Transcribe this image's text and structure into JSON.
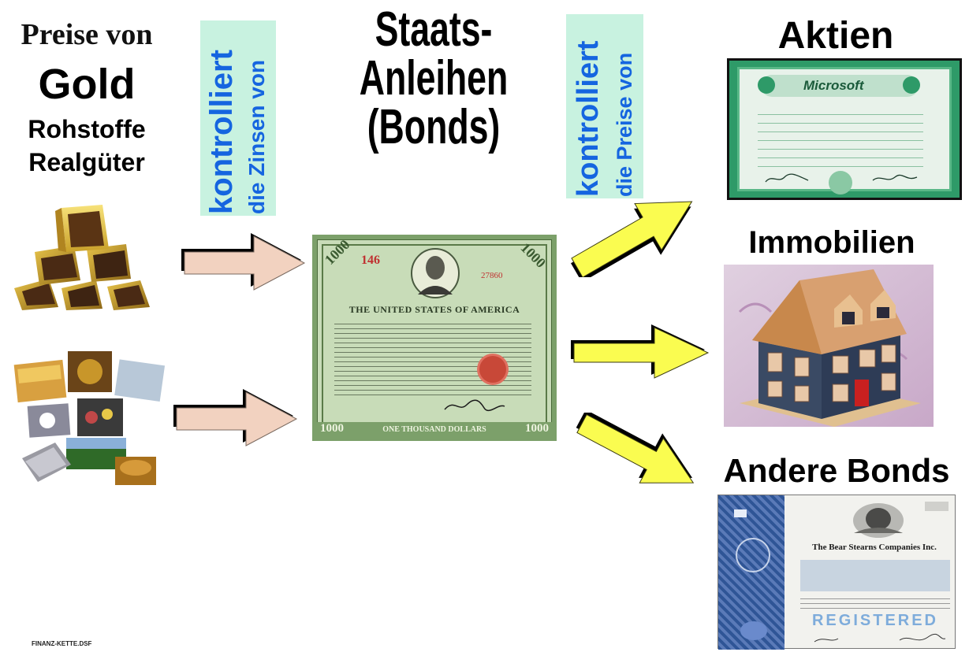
{
  "left": {
    "line1": "Preise von",
    "line2": "Gold",
    "line3": "Rohstoffe",
    "line4": "Realgüter"
  },
  "label_left": {
    "line1": "kontrolliert",
    "line2": "die Zinsen von"
  },
  "center": {
    "line1": "Staats-",
    "line2": "Anleihen",
    "line3": "(Bonds)"
  },
  "label_right": {
    "line1": "kontrolliert",
    "line2": "die Preise von"
  },
  "bond": {
    "number": "1000",
    "header": "THE UNITED STATES OF AMERICA",
    "amount_line": "ONE THOUSAND DOLLARS",
    "serial": "146",
    "code": "27860"
  },
  "right": {
    "aktien": "Aktien",
    "immobilien": "Immobilien",
    "andere_bonds": "Andere Bonds"
  },
  "certificates": {
    "microsoft": "Microsoft",
    "bear": "The Bear Stearns Companies Inc.",
    "registered": "REGISTERED"
  },
  "footer": {
    "filename": "FINANZ-KETTE.DSF"
  },
  "colors": {
    "label_bg": "#c8f2e0",
    "label_text": "#1565e0",
    "arrow_left_fill": "#f2d2c0",
    "arrow_right_fill": "#fafc50",
    "stock_green": "#2e9a68",
    "bond_green": "#9bc088",
    "bond_blue": "#2f5596"
  }
}
